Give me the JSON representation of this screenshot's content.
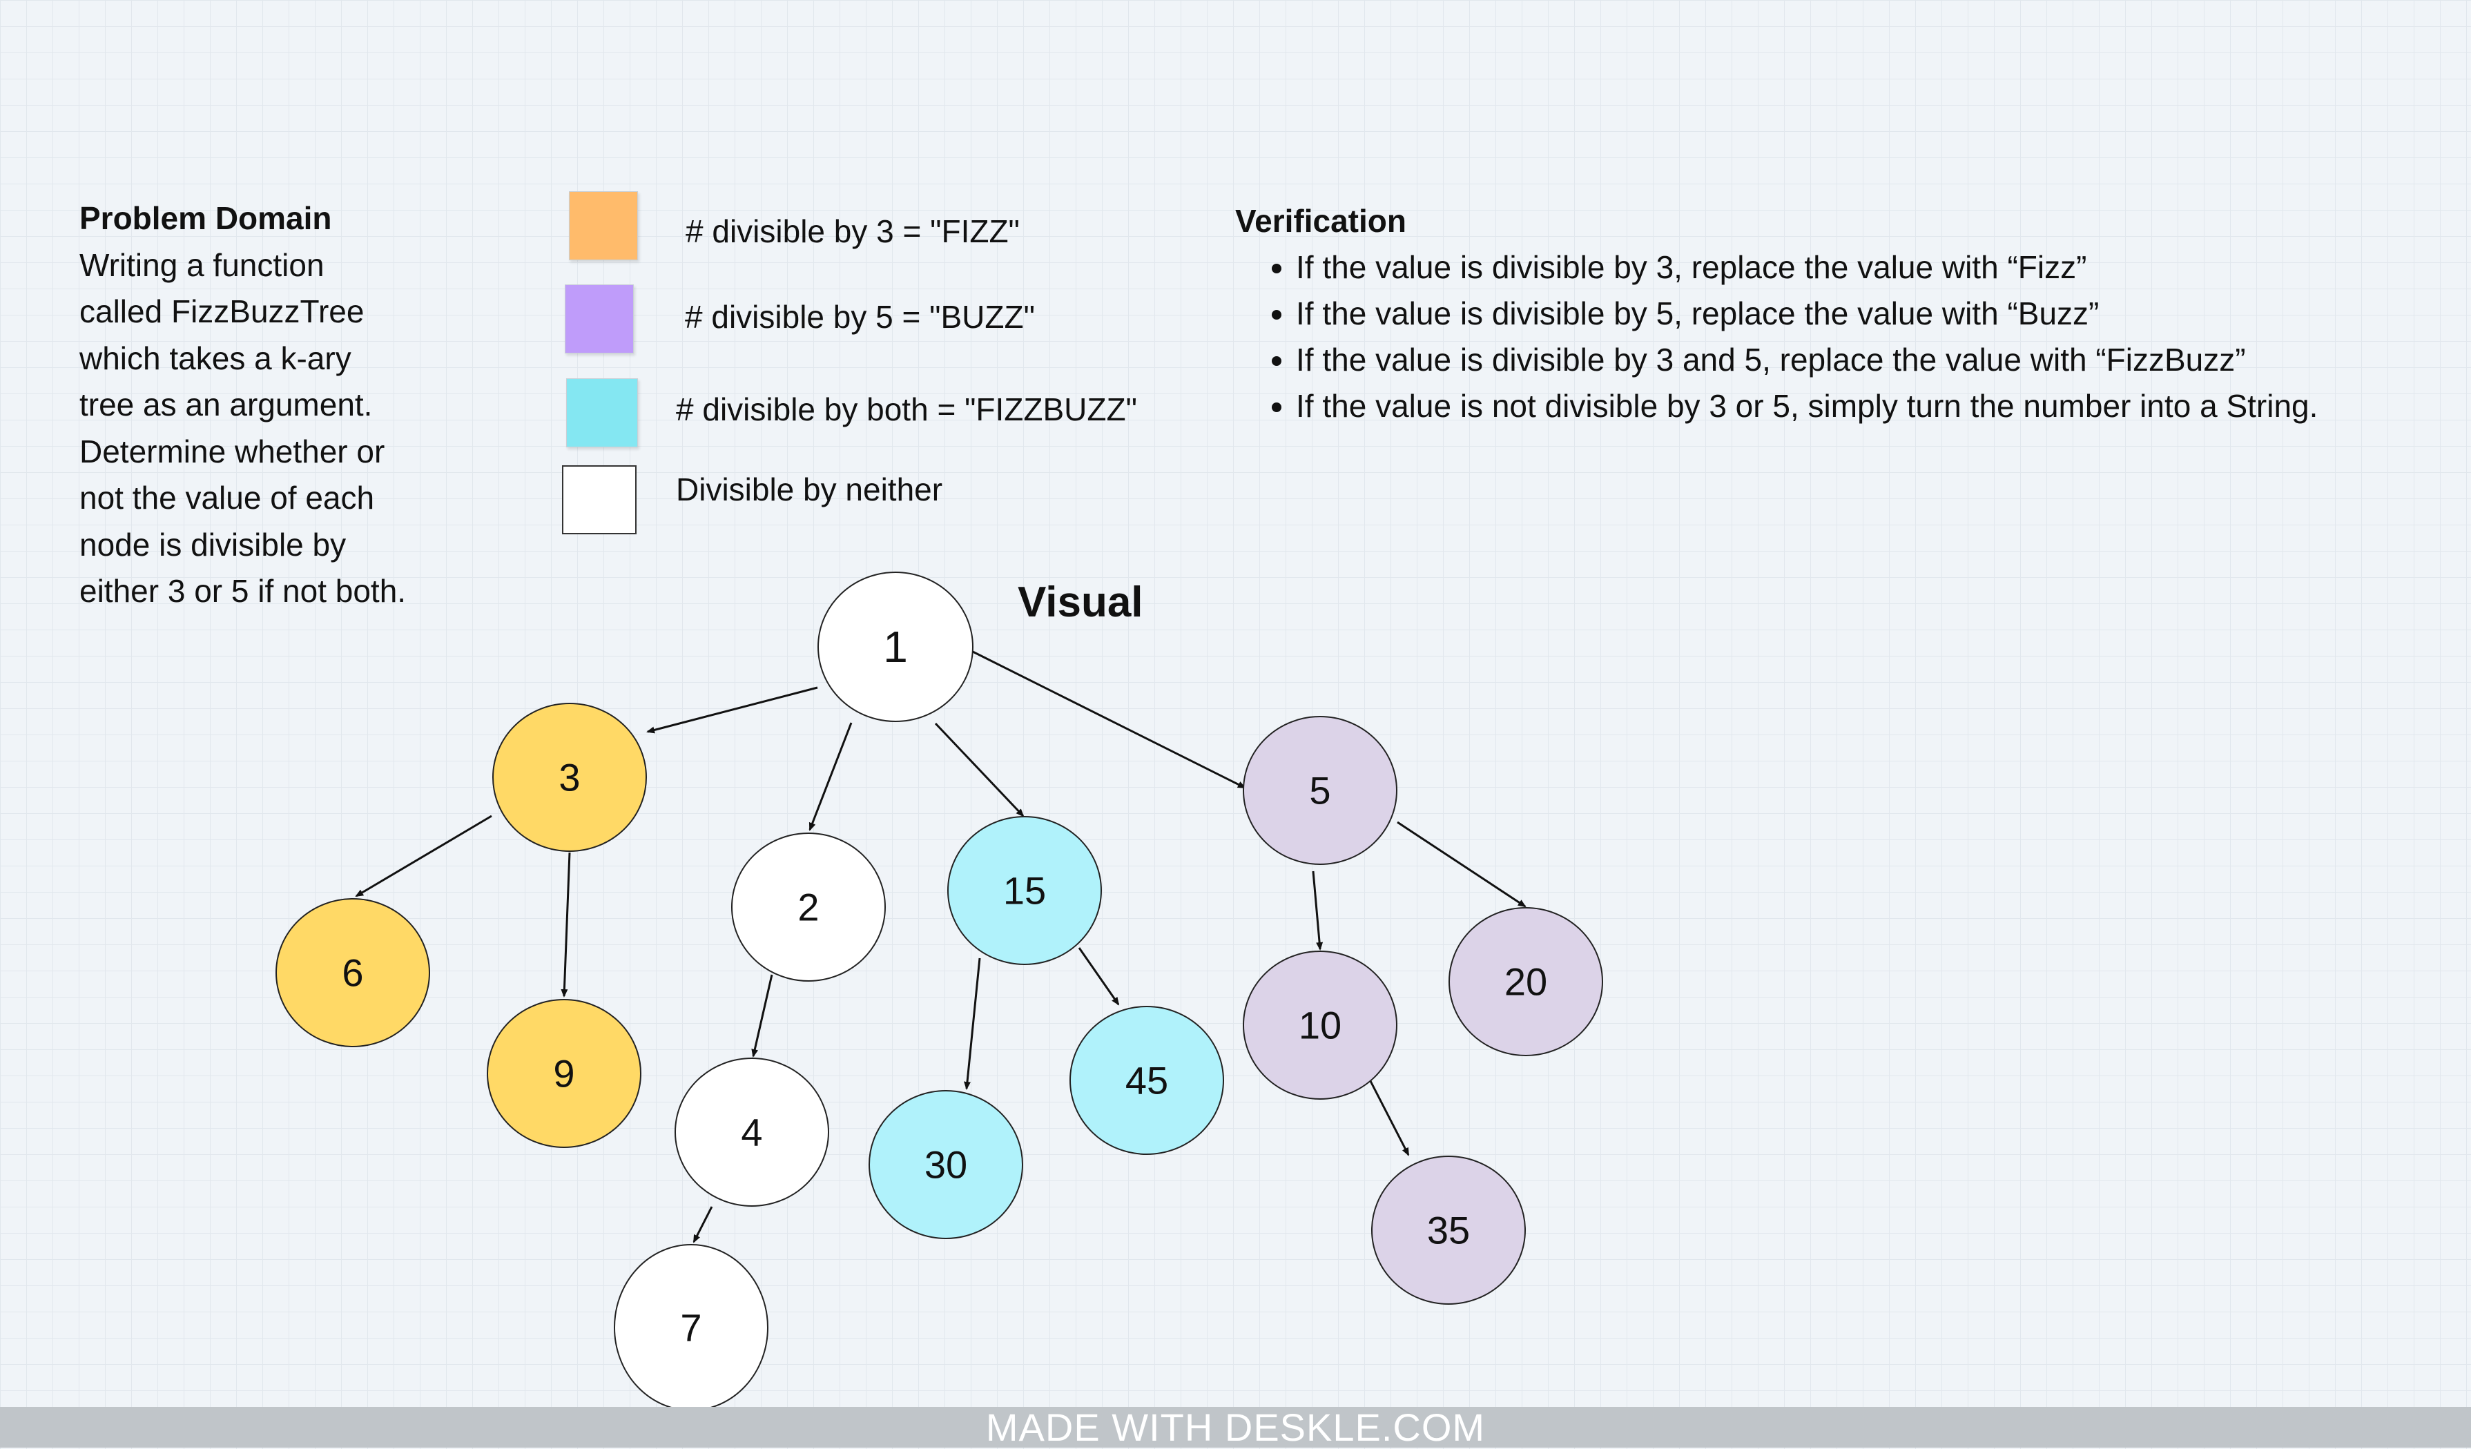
{
  "problem_domain": {
    "heading": "Problem Domain",
    "body": "Writing a function\ncalled FizzBuzzTree\nwhich takes a k-ary\ntree as an argument.\nDetermine whether or\nnot the value of each\nnode is divisible by\neither 3 or 5 if not both."
  },
  "legend": [
    {
      "key": "fizz",
      "label": "# divisible by 3 = \"FIZZ\"",
      "color": "#ffbb6b"
    },
    {
      "key": "buzz",
      "label": "# divisible by 5 = \"BUZZ\"",
      "color": "#bf9cfa"
    },
    {
      "key": "fizzbuzz",
      "label": "# divisible by both = \"FIZZBUZZ\"",
      "color": "#84e7f2"
    },
    {
      "key": "neither",
      "label": "Divisible by neither",
      "color": "#ffffff"
    }
  ],
  "verification": {
    "heading": "Verification",
    "items": [
      "If the value is divisible by 3, replace the value with “Fizz”",
      "If the value is divisible by 5, replace the value with “Buzz”",
      "If the value is divisible by 3 and 5, replace the value with “FizzBuzz”",
      "If the value is not divisible by 3 or 5, simply turn the number into a String."
    ]
  },
  "visual_title": "Visual",
  "tree": {
    "node_colors": {
      "fizz": "#ffd966",
      "buzz": "#dcd3e8",
      "fizzbuzz": "#b0f2fb",
      "neither": "#ffffff"
    },
    "nodes": [
      {
        "id": "n1",
        "label": "1",
        "kind": "neither"
      },
      {
        "id": "n3",
        "label": "3",
        "kind": "fizz"
      },
      {
        "id": "n2",
        "label": "2",
        "kind": "neither"
      },
      {
        "id": "n15",
        "label": "15",
        "kind": "fizzbuzz"
      },
      {
        "id": "n5",
        "label": "5",
        "kind": "buzz"
      },
      {
        "id": "n6",
        "label": "6",
        "kind": "fizz"
      },
      {
        "id": "n9",
        "label": "9",
        "kind": "fizz"
      },
      {
        "id": "n4",
        "label": "4",
        "kind": "neither"
      },
      {
        "id": "n7",
        "label": "7",
        "kind": "neither"
      },
      {
        "id": "n30",
        "label": "30",
        "kind": "fizzbuzz"
      },
      {
        "id": "n45",
        "label": "45",
        "kind": "fizzbuzz"
      },
      {
        "id": "n10",
        "label": "10",
        "kind": "buzz"
      },
      {
        "id": "n20",
        "label": "20",
        "kind": "buzz"
      },
      {
        "id": "n35",
        "label": "35",
        "kind": "buzz"
      }
    ],
    "edges": [
      {
        "from": "n1",
        "to": "n3"
      },
      {
        "from": "n1",
        "to": "n2"
      },
      {
        "from": "n1",
        "to": "n15"
      },
      {
        "from": "n1",
        "to": "n5"
      },
      {
        "from": "n3",
        "to": "n6"
      },
      {
        "from": "n3",
        "to": "n9"
      },
      {
        "from": "n2",
        "to": "n4"
      },
      {
        "from": "n4",
        "to": "n7"
      },
      {
        "from": "n15",
        "to": "n30"
      },
      {
        "from": "n15",
        "to": "n45"
      },
      {
        "from": "n5",
        "to": "n10"
      },
      {
        "from": "n5",
        "to": "n20"
      },
      {
        "from": "n10",
        "to": "n35"
      }
    ]
  },
  "footer": "MADE WITH DESKLE.COM"
}
